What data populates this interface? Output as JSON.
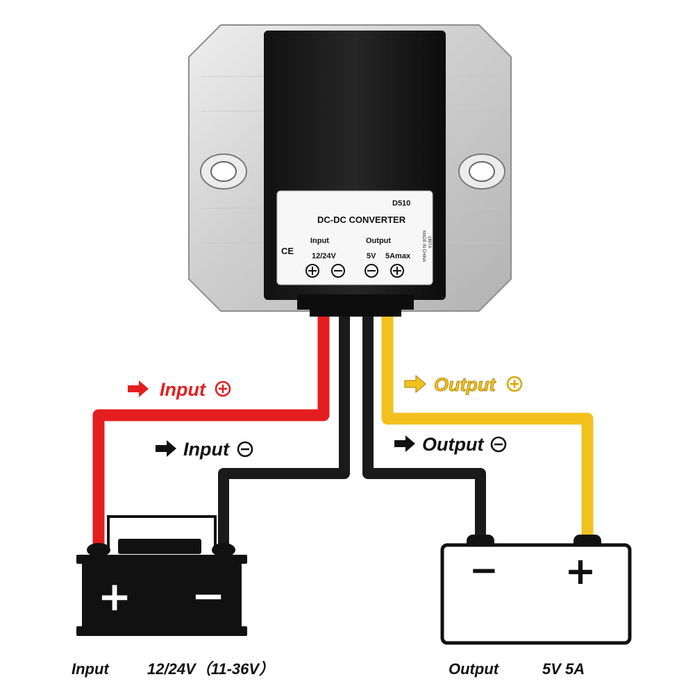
{
  "device": {
    "model": "D510",
    "title": "DC-DC CONVERTER",
    "ce_mark": "CE",
    "input_heading": "Input",
    "input_voltage": "12/24V",
    "output_heading": "Output",
    "output_voltage": "5V",
    "output_current": "5Amax",
    "side_text_1": "MADE IN CHINA",
    "side_text_2": "1807A"
  },
  "wires": {
    "input_pos": {
      "label": "Input",
      "color": "#e41e1e"
    },
    "input_neg": {
      "label": "Input",
      "color": "#1a1a1a"
    },
    "output_pos": {
      "label": "Output",
      "color": "#f2c11e"
    },
    "output_neg": {
      "label": "Output",
      "color": "#1a1a1a"
    }
  },
  "input_battery": {
    "plus": "+",
    "minus": "−"
  },
  "output_load": {
    "plus": "+",
    "minus": "−"
  },
  "captions": {
    "input_label": "Input",
    "input_value": "12/24V（11-36V）",
    "output_label": "Output",
    "output_value": "5V 5A"
  }
}
